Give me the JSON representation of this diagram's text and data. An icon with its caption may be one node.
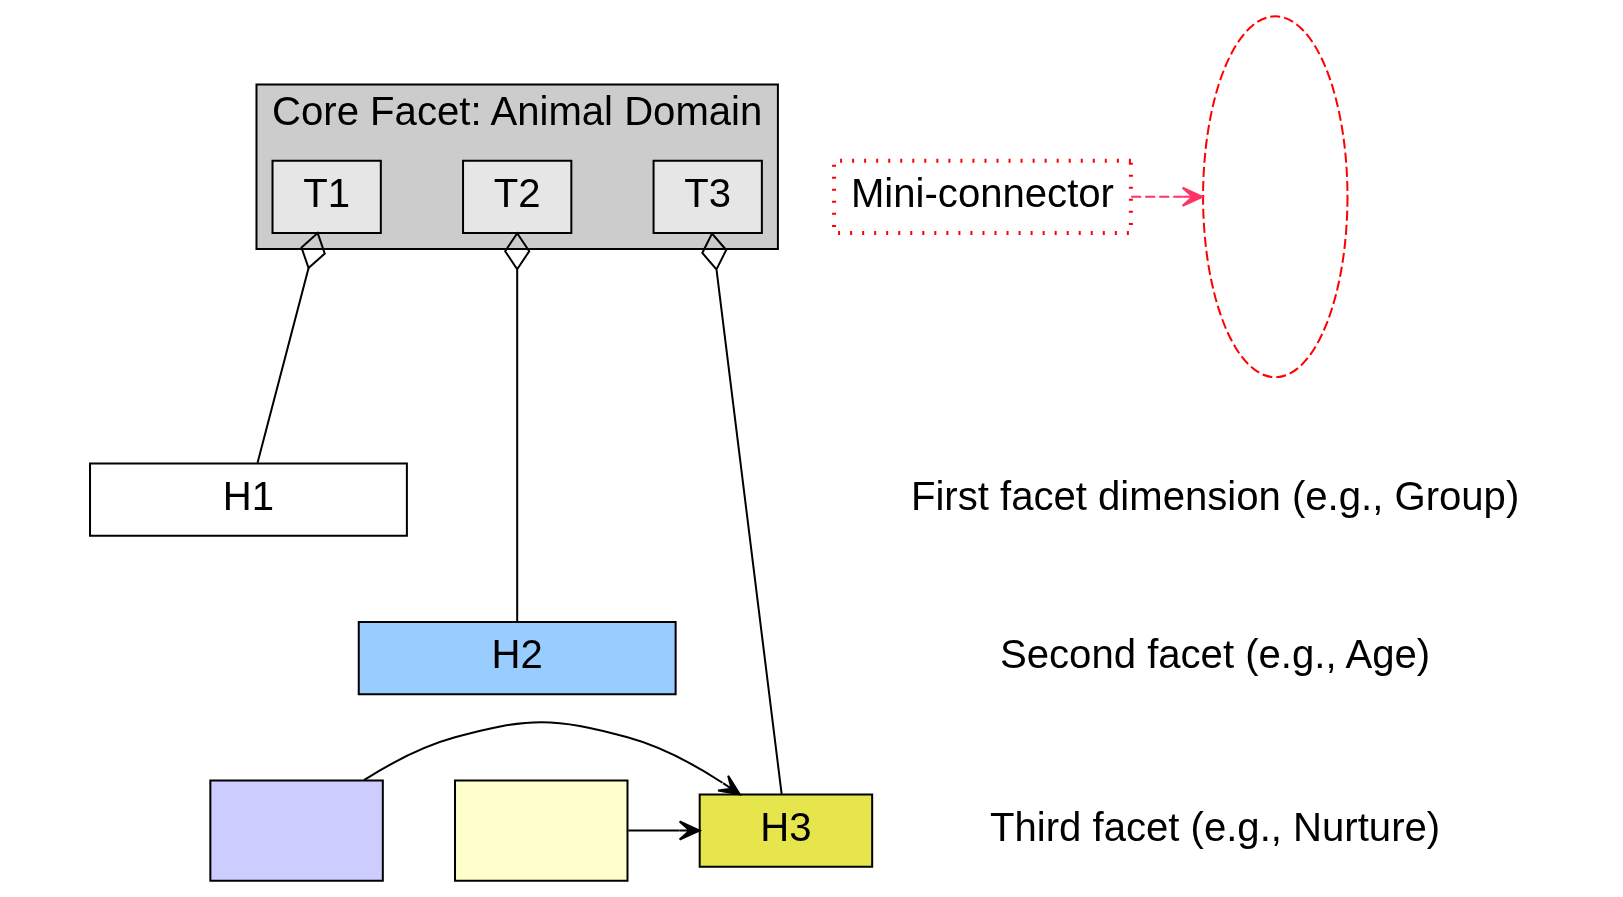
{
  "diagram": {
    "nodes": [
      {
        "text": [
          "Core Facet: Animal Domain"
        ]
      },
      {
        "text": [
          "T1"
        ],
        "in": 0
      },
      {
        "text": [
          "T2"
        ],
        "in": 0
      },
      {
        "text": [
          "T3"
        ],
        "in": 0
      },
      {
        "text": [
          "Mini-connector"
        ]
      },
      {
        "text": [
          "H1"
        ]
      },
      {
        "text": [
          "H2"
        ]
      },
      {
        "text": [
          "H3"
        ]
      },
      {
        "text": [],
        "shape": "box"
      },
      {
        "text": [],
        "shape": "box"
      },
      {
        "text": [],
        "shape": "ellipse"
      }
    ],
    "edges": [
      {
        "from": 1,
        "to": 5,
        "arrow": "other"
      },
      {
        "from": 2,
        "to": 6,
        "arrow": "other"
      },
      {
        "from": 3,
        "to": 7,
        "arrow": "other"
      },
      {
        "from": 8,
        "to": 7,
        "arrow": "to"
      },
      {
        "from": 9,
        "to": 7,
        "arrow": "to"
      },
      {
        "from": 4,
        "to": 10,
        "arrow": "to",
        "style": "dashed",
        "color": "#ff3366"
      }
    ],
    "labels": [
      "First facet dimension (e.g., Group)",
      "Second facet (e.g., Age)",
      "Third facet (e.g., Nurture)"
    ]
  }
}
